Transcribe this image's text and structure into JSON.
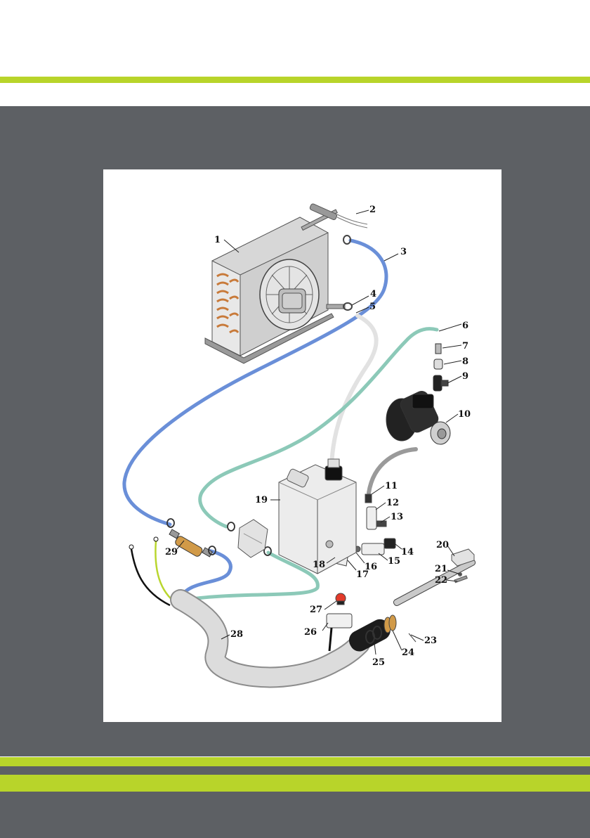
{
  "colors": {
    "accent_green": "#b8d42a",
    "background_dark": "#5d6064",
    "hose_blue": "#6a8fd8",
    "hose_teal": "#8cc9b8",
    "hose_white": "#e2e2e2"
  },
  "diagram": {
    "callouts": [
      "1",
      "2",
      "3",
      "4",
      "5",
      "6",
      "7",
      "8",
      "9",
      "10",
      "11",
      "12",
      "13",
      "14",
      "15",
      "16",
      "17",
      "18",
      "19",
      "20",
      "21",
      "22",
      "23",
      "24",
      "25",
      "26",
      "27",
      "28",
      "29"
    ]
  }
}
